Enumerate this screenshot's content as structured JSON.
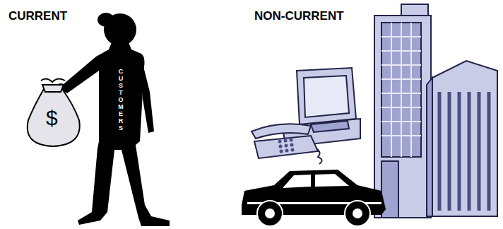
{
  "diagram": {
    "labels": [
      "CURRENT",
      "NON-CURRENT",
      "CUSTOMERS",
      "$"
    ]
  }
}
